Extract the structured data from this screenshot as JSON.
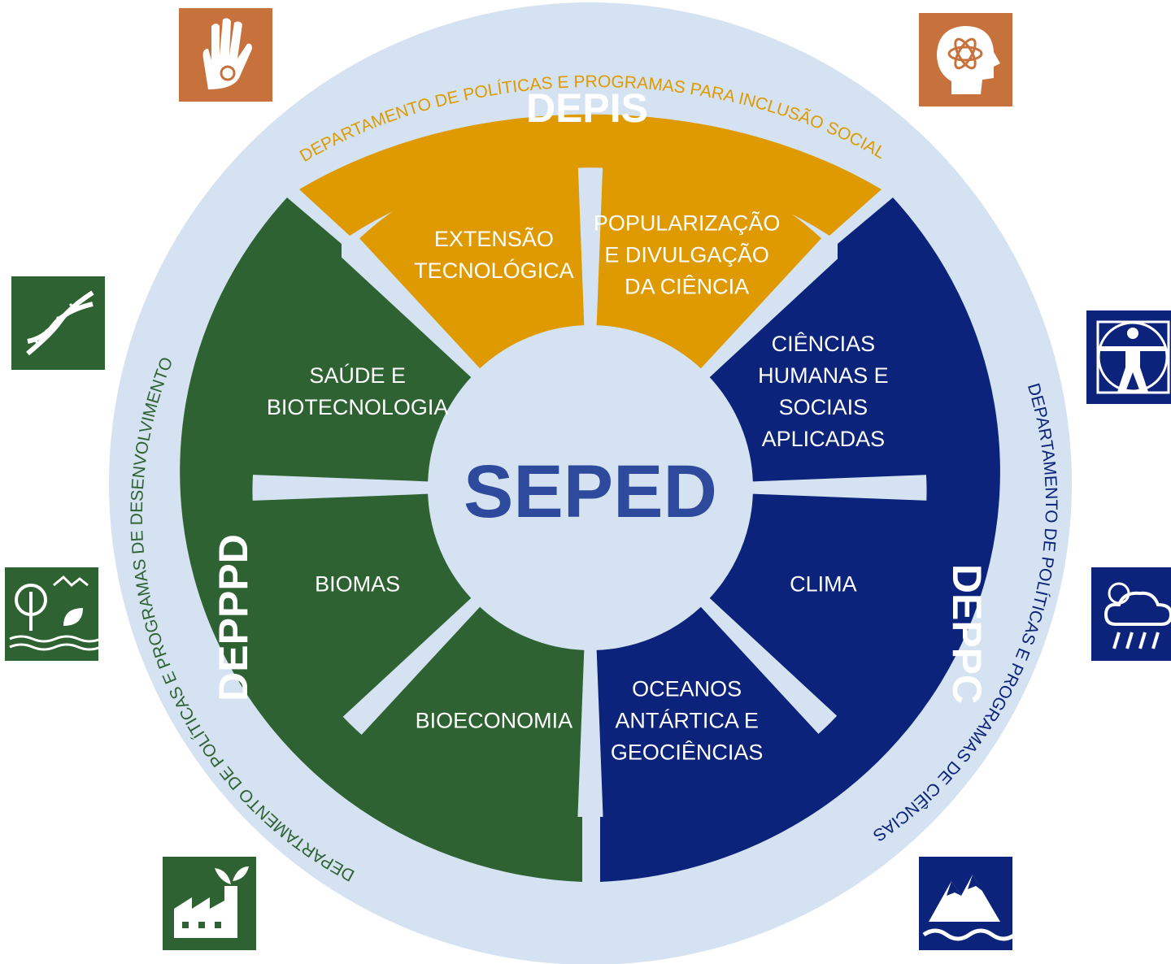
{
  "colors": {
    "ring": "#d4e2f1",
    "orange": "#de9a00",
    "green": "#2f6232",
    "blue": "#0b237a",
    "center_text": "#2e4a9d",
    "icon_orange": "#c7723c",
    "icon_green": "#2f6232",
    "icon_blue": "#0b237a"
  },
  "center": {
    "title": "SEPED"
  },
  "departments": {
    "depis": {
      "abbr": "DEPIS",
      "name": "DEPARTAMENTO DE POLÍTICAS E PROGRAMAS PARA INCLUSÃO SOCIAL"
    },
    "deppc": {
      "abbr": "DEPPC",
      "name": "DEPARTAMENTO DE POLÍTICAS E PROGRAMAS DE CIÊNCIAS"
    },
    "depppd": {
      "abbr": "DEPPPD",
      "name": "DEPARTAMENTO  DE POLÍTICAS E PROGRAMAS DE DESENVOLVIMENTO"
    }
  },
  "segments": {
    "extensao": [
      "EXTENSÃO",
      "TECNOLÓGICA"
    ],
    "popularizacao": [
      "POPULARIZAÇÃO",
      "E DIVULGAÇÃO",
      "DA CIÊNCIA"
    ],
    "ciencias": [
      "CIÊNCIAS",
      "HUMANAS E",
      "SOCIAIS",
      "APLICADAS"
    ],
    "clima": [
      "CLIMA"
    ],
    "oceanos": [
      "OCEANOS",
      "ANTÁRTICA E",
      "GEOCIÊNCIAS"
    ],
    "bioeconomia": [
      "BIOECONOMIA"
    ],
    "biomas": [
      "BIOMAS"
    ],
    "saude": [
      "SAÚDE E",
      "BIOTECNOLOGIA"
    ]
  },
  "icons": [
    {
      "name": "hand-icon"
    },
    {
      "name": "atom-head-icon"
    },
    {
      "name": "dna-icon"
    },
    {
      "name": "vitruvian-man-icon"
    },
    {
      "name": "tree-nature-icon"
    },
    {
      "name": "weather-rain-icon"
    },
    {
      "name": "factory-plant-icon"
    },
    {
      "name": "mountain-waves-icon"
    }
  ]
}
